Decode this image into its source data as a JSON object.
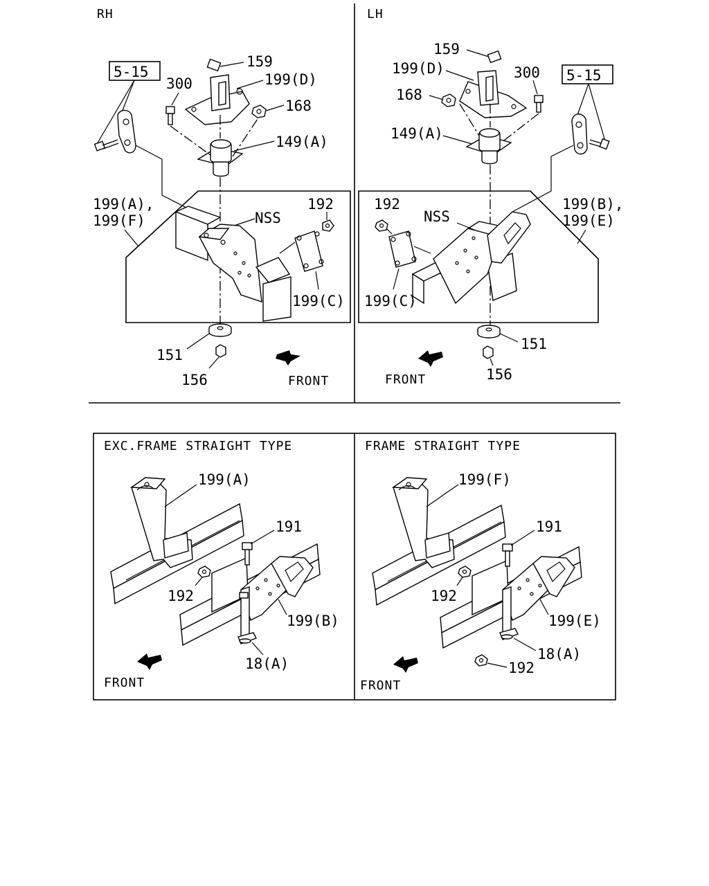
{
  "rh_panel": {
    "title": "RH",
    "labels": {
      "ref_5_15": "5-15",
      "p159": "159",
      "p300": "300",
      "p199d": "199(D)",
      "p168": "168",
      "p149a": "149(A)",
      "p199a": "199(A),",
      "p199f": "199(F)",
      "nss": "NSS",
      "p192": "192",
      "p199c": "199(C)",
      "p151": "151",
      "p156": "156",
      "front": "FRONT"
    }
  },
  "lh_panel": {
    "title": "LH",
    "labels": {
      "p159": "159",
      "p199d": "199(D)",
      "p300": "300",
      "ref_5_15": "5-15",
      "p168": "168",
      "p149a": "149(A)",
      "p192": "192",
      "nss": "NSS",
      "p199b": "199(B),",
      "p199e": "199(E)",
      "p199c": "199(C)",
      "p151": "151",
      "p156": "156",
      "front": "FRONT"
    }
  },
  "exc_panel": {
    "title": "EXC.FRAME STRAIGHT TYPE",
    "labels": {
      "p199a": "199(A)",
      "p191": "191",
      "p192": "192",
      "p199b": "199(B)",
      "p18a": "18(A)",
      "front": "FRONT"
    }
  },
  "straight_panel": {
    "title": "FRAME STRAIGHT TYPE",
    "labels": {
      "p199f": "199(F)",
      "p191": "191",
      "p192a": "192",
      "p199e": "199(E)",
      "p18a": "18(A)",
      "p192b": "192",
      "front": "FRONT"
    }
  }
}
